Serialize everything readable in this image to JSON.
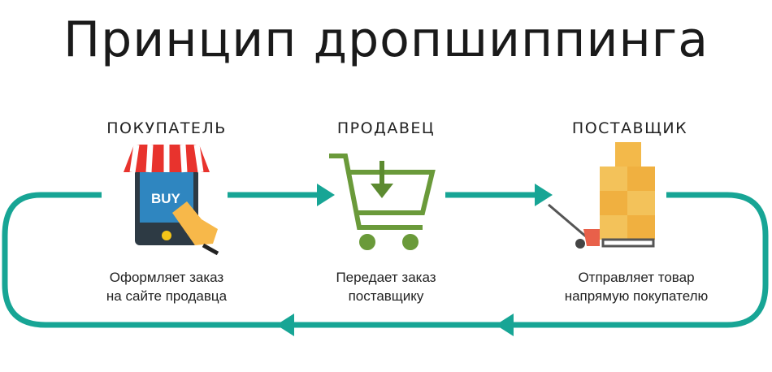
{
  "title": "Принцип дропшиппинга",
  "colors": {
    "flow": "#17a595",
    "awning_red": "#e8332d",
    "cart_green": "#6a9a3a",
    "box": "#f3b94a"
  },
  "steps": [
    {
      "label": "ПОКУПАТЕЛЬ",
      "icon": "shop-phone-buy-icon",
      "icon_text": "BUY",
      "desc_line1": "Оформляет заказ",
      "desc_line2": "на сайте продавца"
    },
    {
      "label": "ПРОДАВЕЦ",
      "icon": "shopping-cart-icon",
      "desc_line1": "Передает заказ",
      "desc_line2": "поставщику"
    },
    {
      "label": "ПОСТАВЩИК",
      "icon": "pallet-boxes-icon",
      "desc_line1": "Отправляет товар",
      "desc_line2": "напрямую покупателю"
    }
  ]
}
